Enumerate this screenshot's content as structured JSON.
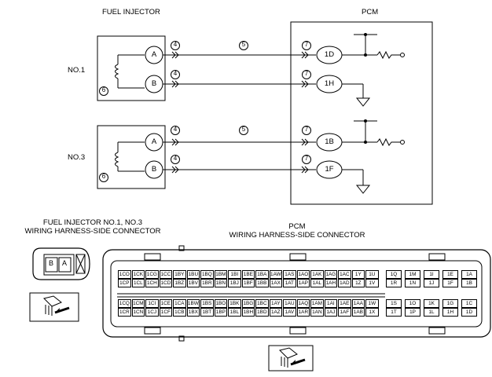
{
  "header": {
    "injector_title": "FUEL INJECTOR",
    "pcm_title": "PCM"
  },
  "circuits": [
    {
      "label": "NO.1",
      "connector_note": "6",
      "terminals": [
        "A",
        "B"
      ],
      "pcm_terminals": [
        "1D",
        "1H"
      ],
      "wire_markers": {
        "injector": "4",
        "harness": "5",
        "pcm": "7"
      }
    },
    {
      "label": "NO.3",
      "connector_note": "6",
      "terminals": [
        "A",
        "B"
      ],
      "pcm_terminals": [
        "1B",
        "1F"
      ],
      "wire_markers": {
        "injector": "4",
        "harness": "5",
        "pcm": "7"
      }
    }
  ],
  "injector_connector": {
    "title_line1": "FUEL INJECTOR NO.1, NO.3",
    "title_line2": "WIRING HARNESS-SIDE CONNECTOR",
    "pins": [
      "B",
      "A"
    ]
  },
  "pcm_connector": {
    "title_line1": "PCM",
    "title_line2": "WIRING HARNESS-SIDE CONNECTOR",
    "upper_rows": [
      [
        "1CO",
        "1CK",
        "1CG",
        "1CC",
        "1BY",
        "1BU",
        "1BQ",
        "1BM",
        "1BI",
        "1BE",
        "1BA",
        "1AW",
        "1AS",
        "1AO",
        "1AK",
        "1AG",
        "1AC",
        "1Y",
        "1U",
        "1Q",
        "1M",
        "1I",
        "1E",
        "1A"
      ],
      [
        "1CP",
        "1CL",
        "1CH",
        "1CD",
        "1BZ",
        "1BV",
        "1BR",
        "1BN",
        "1BJ",
        "1BF",
        "1BB",
        "1AX",
        "1AT",
        "1AP",
        "1AL",
        "1AH",
        "1AD",
        "1Z",
        "1V",
        "1R",
        "1N",
        "1J",
        "1F",
        "1B"
      ]
    ],
    "lower_rows": [
      [
        "1CQ",
        "1CM",
        "1CI",
        "1CE",
        "1CA",
        "1BW",
        "1BS",
        "1BO",
        "1BK",
        "1BG",
        "1BC",
        "1AY",
        "1AU",
        "1AQ",
        "1AM",
        "1AI",
        "1AE",
        "1AA",
        "1W",
        "1S",
        "1O",
        "1K",
        "1G",
        "1C"
      ],
      [
        "1CR",
        "1CN",
        "1CJ",
        "1CF",
        "1CB",
        "1BX",
        "1BT",
        "1BP",
        "1BL",
        "1BH",
        "1BD",
        "1AZ",
        "1AV",
        "1AR",
        "1AN",
        "1AJ",
        "1AF",
        "1AB",
        "1X",
        "1T",
        "1P",
        "1L",
        "1H",
        "1D"
      ]
    ]
  }
}
